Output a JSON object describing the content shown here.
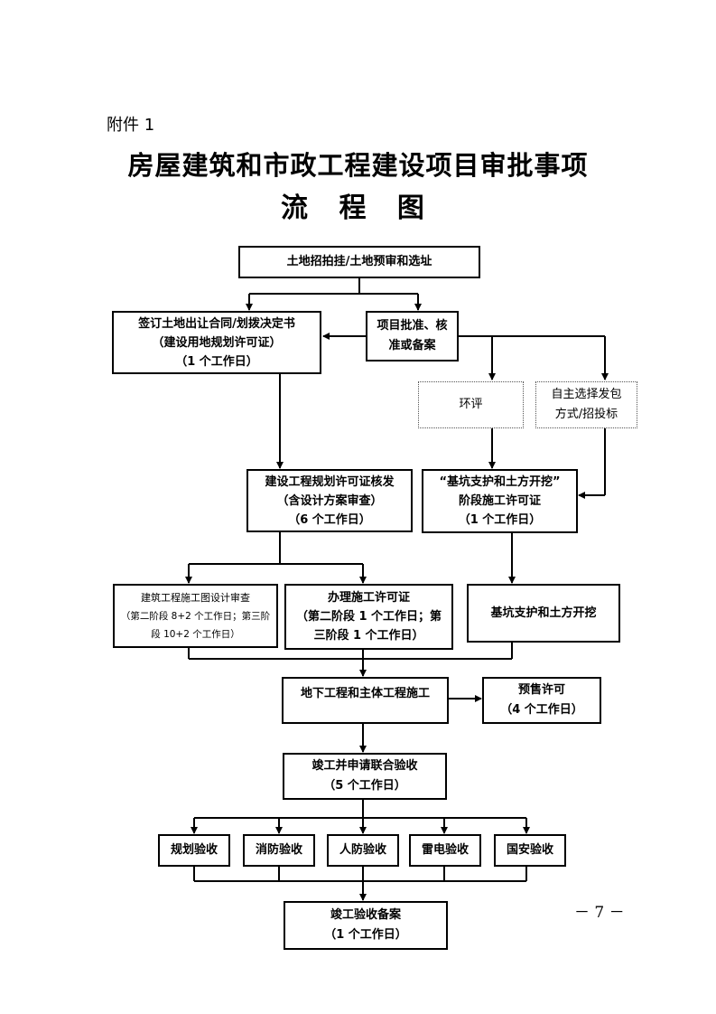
{
  "attachment_label": "附件 1",
  "title_line1": "房屋建筑和市政工程建设项目审批事项",
  "title_line2": "流 程 图",
  "page_number": "－ 7 －",
  "nodes": {
    "land_auction": {
      "lines": [
        "土地招拍挂/土地预审和选址"
      ]
    },
    "sign_contract": {
      "lines": [
        "签订土地出让合同/划拨决定书",
        "（建设用地规划许可证）",
        "（1 个工作日）"
      ]
    },
    "project_approval": {
      "lines": [
        "项目批准、核",
        "准或备案"
      ]
    },
    "eia": {
      "lines": [
        "环评"
      ]
    },
    "contract_mode": {
      "lines": [
        "自主选择发包",
        "方式/招投标"
      ]
    },
    "planning_permit": {
      "lines": [
        "建设工程规划许可证核发",
        "（含设计方案审查）",
        "（6 个工作日）"
      ]
    },
    "pit_permit": {
      "lines": [
        "“基坑支护和土方开挖”",
        "阶段施工许可证",
        "（1 个工作日）"
      ]
    },
    "drawing_review": {
      "lines": [
        "建筑工程施工图设计审查",
        "（第二阶段 8+2 个工作日；第三阶",
        "段 10+2 个工作日）"
      ]
    },
    "construction_permit": {
      "lines": [
        "办理施工许可证",
        "（第二阶段 1 个工作日；第",
        "三阶段 1 个工作日）"
      ]
    },
    "pit_excavation": {
      "lines": [
        "基坑支护和土方开挖"
      ]
    },
    "underground_construction": {
      "lines": [
        "地下工程和主体工程施工"
      ]
    },
    "presale_permit": {
      "lines": [
        "预售许可",
        "（4 个工作日）"
      ]
    },
    "joint_acceptance": {
      "lines": [
        "竣工并申请联合验收",
        "（5 个工作日）"
      ]
    },
    "planning_acceptance": {
      "lines": [
        "规划验收"
      ]
    },
    "fire_acceptance": {
      "lines": [
        "消防验收"
      ]
    },
    "civil_defense_acceptance": {
      "lines": [
        "人防验收"
      ]
    },
    "lightning_acceptance": {
      "lines": [
        "雷电验收"
      ]
    },
    "security_acceptance": {
      "lines": [
        "国安验收"
      ]
    },
    "completion_filing": {
      "lines": [
        "竣工验收备案",
        "（1 个工作日）"
      ]
    }
  }
}
